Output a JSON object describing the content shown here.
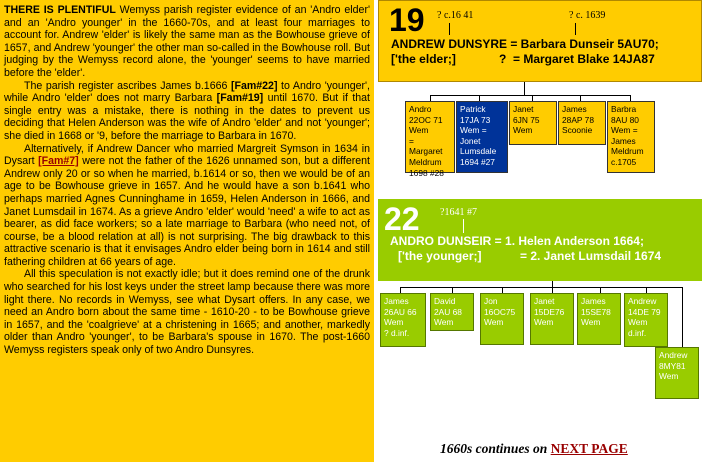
{
  "left_text": {
    "p1_lead": "THERE IS PLENTIFUL",
    "p1_a": " Wemyss parish register evidence of an 'Andro elder' and an 'Andro younger' in the 1660-70s, and at least four marriages to account for.  Andrew 'elder' is likely the same man as the Bowhouse grieve of 1657, and Andrew 'younger' the other man so-called in the Bowhouse roll.   But judging by the Wemyss record alone, the 'younger' seems to have married before the 'elder'.",
    "p2_a": "The parish register ascribes James b.1666 ",
    "p2_link1": "[Fam#22]",
    "p2_b": " to Andro 'younger', while Andro 'elder' does not marry Barbara ",
    "p2_link2": "[Fam#19]",
    "p2_c": " until 1670.  But if that single entry was a mistake, there is nothing in the dates to prevent us deciding that Helen Anderson was the wife of Andro 'elder' and not 'younger'; she died in 1668 or '9, before the marriage to Barbara in 1670.",
    "p3_a": "Alternatively, if Andrew Dancer who married Margreit Symson in 1634 in Dysart ",
    "p3_link": "[Fam#7]",
    "p3_b": " were not the father of the 1626 unnamed son,  but a different Andrew only 20 or so when he married, b.1614 or so, then we would be of an age to be Bowhouse grieve in 1657.  And he would have a son b.1641 who perhaps married Agnes Cunninghame in 1659, Helen Anderson in 1666, and Janet Lumsdail in 1674.   As a grieve Andro 'elder' would 'need' a wife to act as bearer, as did face workers;  so a late marriage to Barbara (who need not, of course, be a blood relation at all) is not surprising.   The big drawback to this attractive scenario is that it envisages Andro elder being born in 1614 and  still fathering children at 66 years of age.",
    "p4": "All this speculation is not exactly idle;  but it does remind one of the drunk who searched for his lost keys under the street lamp because there was more light there.  No records in Wemyss, see what Dysart offers.  In any case, we need an Andro born about the same time - 1610-20 - to be Bowhouse grieve in 1657, and the 'coalgrieve' at a christening in 1665;  and another, markedly older than Andro 'younger', to be Barbara's spouse in 1670.  The post-1660 Wemyss registers speak only of two Andro Dunsyres."
  },
  "fam19": {
    "num": "19",
    "birth1": "? c.16 41",
    "birth2": "? c. 1639",
    "line1": "ANDREW DUNSYRE = Barbara Dunseir 5AU70;",
    "line2_a": "['the elder;]",
    "line2_b": "?  = Margaret Blake 14JA87",
    "children": [
      {
        "text": "Andro\n22OC 71\nWem\n=\nMargaret\nMeldrum\n1698 #28"
      },
      {
        "text": "Patrick\n17JA 73\nWem =\nJonet\nLumsdale\n1694 #27"
      },
      {
        "text": "Janet\n6JN 75\nWem"
      },
      {
        "text": "James\n28AP 78\nScoonie"
      },
      {
        "text": "Barbra\n8AU 80\nWem =\nJames\nMeldrum\nc.1705"
      }
    ]
  },
  "fam22": {
    "num": "22",
    "birth": "?1641 #7",
    "line1": "ANDRO DUNSEIR = 1. Helen Anderson 1664;",
    "line2_a": "['the younger;]",
    "line2_b": "= 2. Janet Lumsdail 1674",
    "children": [
      {
        "text": "James\n26AU 66\nWem\n? d.inf."
      },
      {
        "text": "David\n2AU 68\nWem"
      },
      {
        "text": "Jon\n16OC75\nWem"
      },
      {
        "text": "Janet\n15DE76\nWem"
      },
      {
        "text": "James\n15SE78\nWem"
      },
      {
        "text": "Andrew\n14DE 79\nWem\nd.inf."
      },
      {
        "text": "Andrew\n8MY81\nWem"
      }
    ]
  },
  "footer": {
    "text": "1660s continues on ",
    "link": "NEXT PAGE"
  },
  "colors": {
    "gold": "#ffcc00",
    "green": "#99cc00",
    "navy": "#003399",
    "link": "#990000"
  }
}
